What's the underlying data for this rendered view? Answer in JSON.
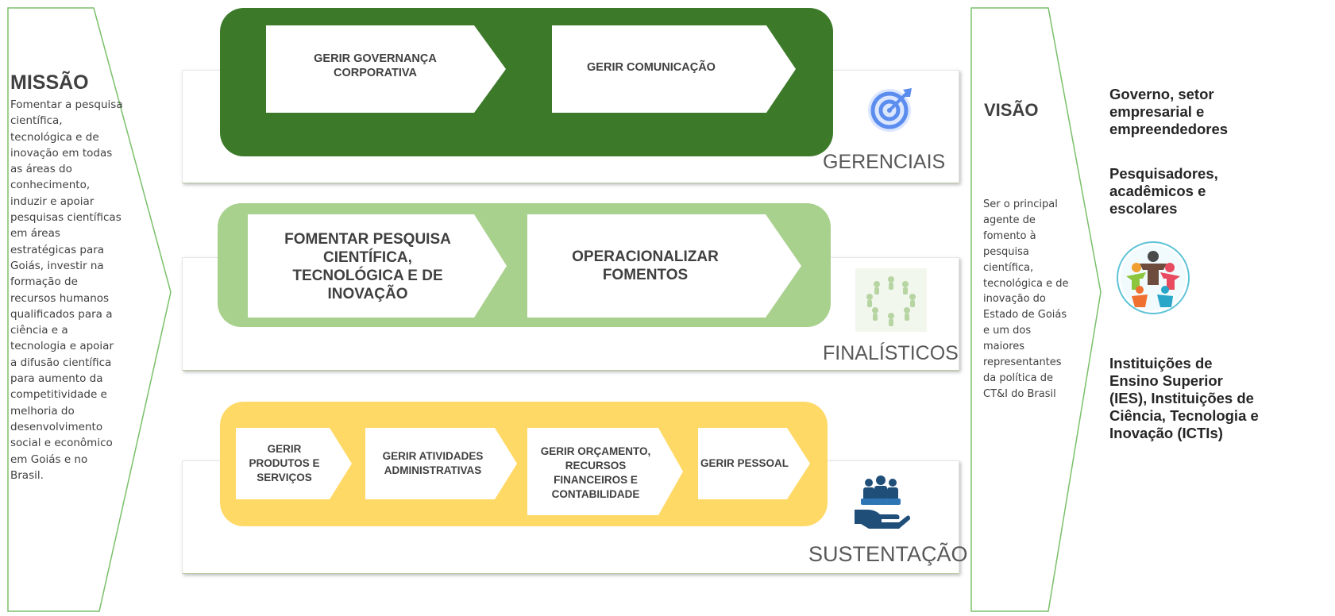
{
  "missao": {
    "title": "MISSÃO",
    "text": "Fomentar a pesquisa científica, tecnológica e de inovação em todas as áreas do conhecimento, induzir e apoiar pesquisas científicas em áreas estratégicas para Goiás, investir na formação de recursos humanos qualificados para a ciência e a tecnologia e apoiar a difusão científica para aumento da competitividade e melhoria do desenvolvimento social e econômico em Goiás e no Brasil."
  },
  "visao": {
    "title": "VISÃO",
    "text": "Ser o principal agente de fomento à pesquisa científica, tecnológica e de inovação do Estado de Goiás e um dos maiores representantes da política de CT&I do Brasil"
  },
  "gerenciais": {
    "label": "GERENCIAIS",
    "processes": [
      "GERIR GOVERNANÇA CORPORATIVA",
      "GERIR COMUNICAÇÃO"
    ],
    "color": "#3c7a2a"
  },
  "finalisticos": {
    "label": "FINALÍSTICOS",
    "processes": [
      "FOMENTAR PESQUISA CIENTÍFICA, TECNOLÓGICA E DE INOVAÇÃO",
      "OPERACIONALIZAR FOMENTOS"
    ],
    "color": "#a9d18e"
  },
  "sustentacao": {
    "label": "SUSTENTAÇÃO",
    "processes": [
      "GERIR PRODUTOS E SERVIÇOS",
      "GERIR ATIVIDADES ADMINISTRATIVAS",
      "GERIR ORÇAMENTO, RECURSOS FINANCEIROS E CONTABILIDADE",
      "GERIR PESSOAL"
    ],
    "color": "#ffd966"
  },
  "publico": {
    "group1": "Governo, setor empresarial e empreendedores",
    "group2": "Pesquisadores, acadêmicos e escolares",
    "group3": "Instituições de Ensino Superior (IES), Instituições de Ciência, Tecnologia e Inovação (ICTIs)"
  },
  "icons": {
    "gerenciais": "target-icon",
    "finalisticos": "people-circle-icon",
    "sustentacao": "hand-team-icon",
    "publico": "community-icon"
  }
}
